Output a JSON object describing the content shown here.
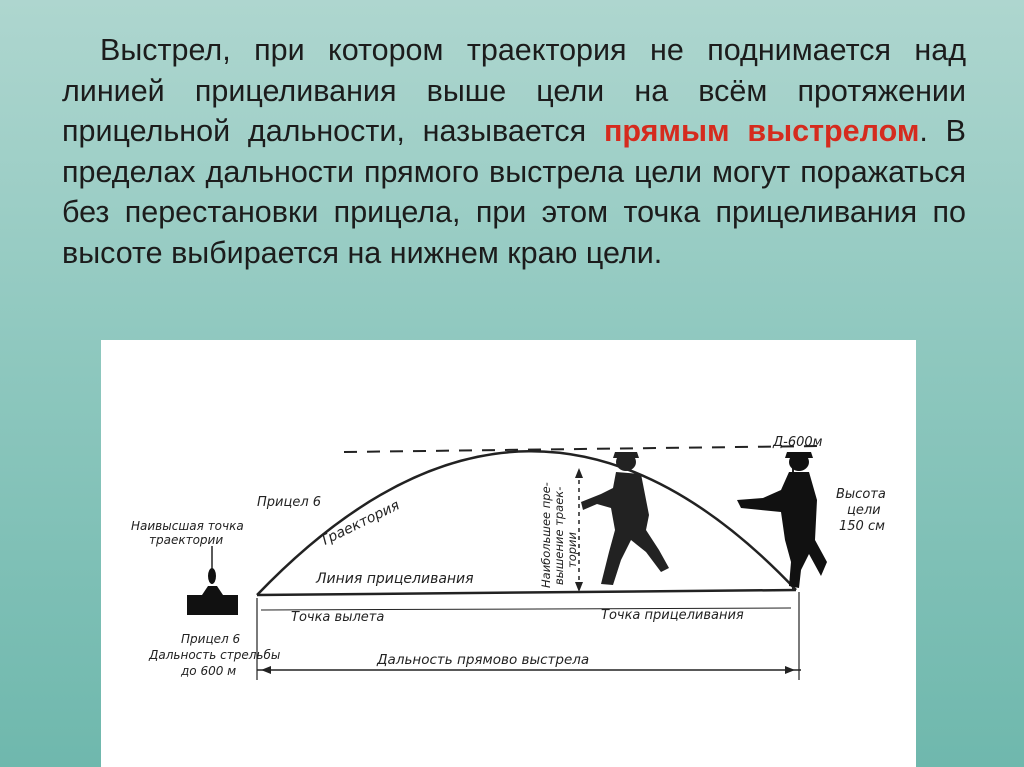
{
  "slide": {
    "text_before": "Выстрел, при котором траектория не поднимается над линией прицеливания выше цели на всём протяжении прицельной дальности, называется ",
    "highlight": "прямым выстрелом",
    "text_after": ". В пределах дальности прямого выстрела цели могут поражаться без перестановки прицела, при этом точка прицеливания по высоте выбирается на нижнем краю цели."
  },
  "diagram": {
    "d_label": "Д-600м",
    "sight6_top": "Прицел 6",
    "highest_point_line1": "Наивысшая точка",
    "highest_point_line2": "траектории",
    "trajectory": "Траектория",
    "vertical_line1": "Наибольшее пре-",
    "vertical_line2": "вышение траек-",
    "vertical_line3": "тории",
    "target_height_line1": "Высота",
    "target_height_line2": "цели",
    "target_height_line3": "150 см",
    "sight_line": "Линия прицеливания",
    "departure_point": "Точка вылета",
    "aim_point": "Точка прицеливания",
    "bottom_left_line1": "Прицел 6",
    "bottom_left_line2": "Дальность стрельбы",
    "bottom_left_line3": "до 600 м",
    "range_label": "Дальность прямово выстрела"
  }
}
